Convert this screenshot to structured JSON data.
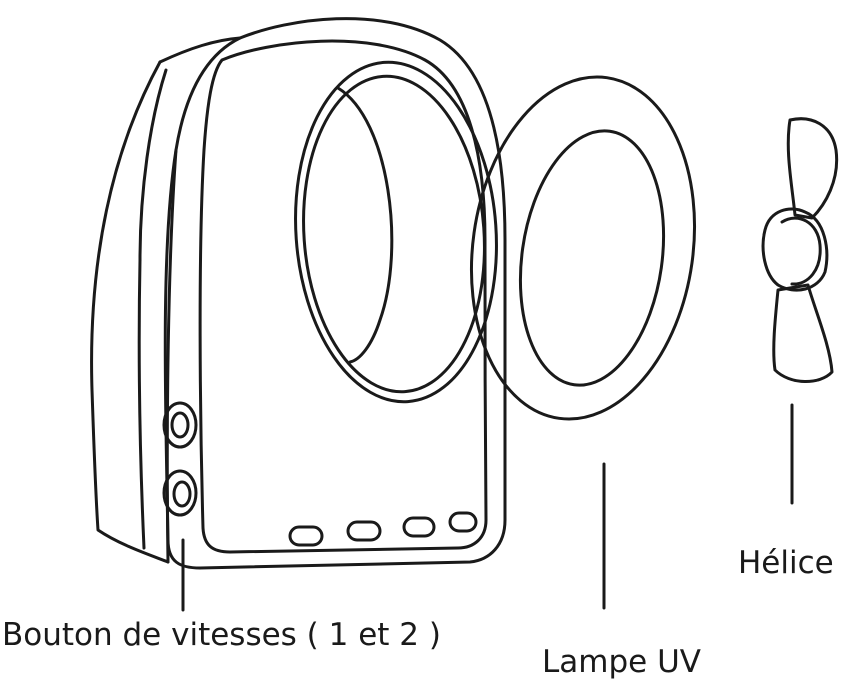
{
  "labels": {
    "speed_buttons": "Bouton de vitesses ( 1 et 2 )",
    "uv_lamp": "Lampe UV",
    "propeller": "Hélice"
  },
  "colors": {
    "line": "#1a1a1a",
    "background": "#ffffff"
  }
}
